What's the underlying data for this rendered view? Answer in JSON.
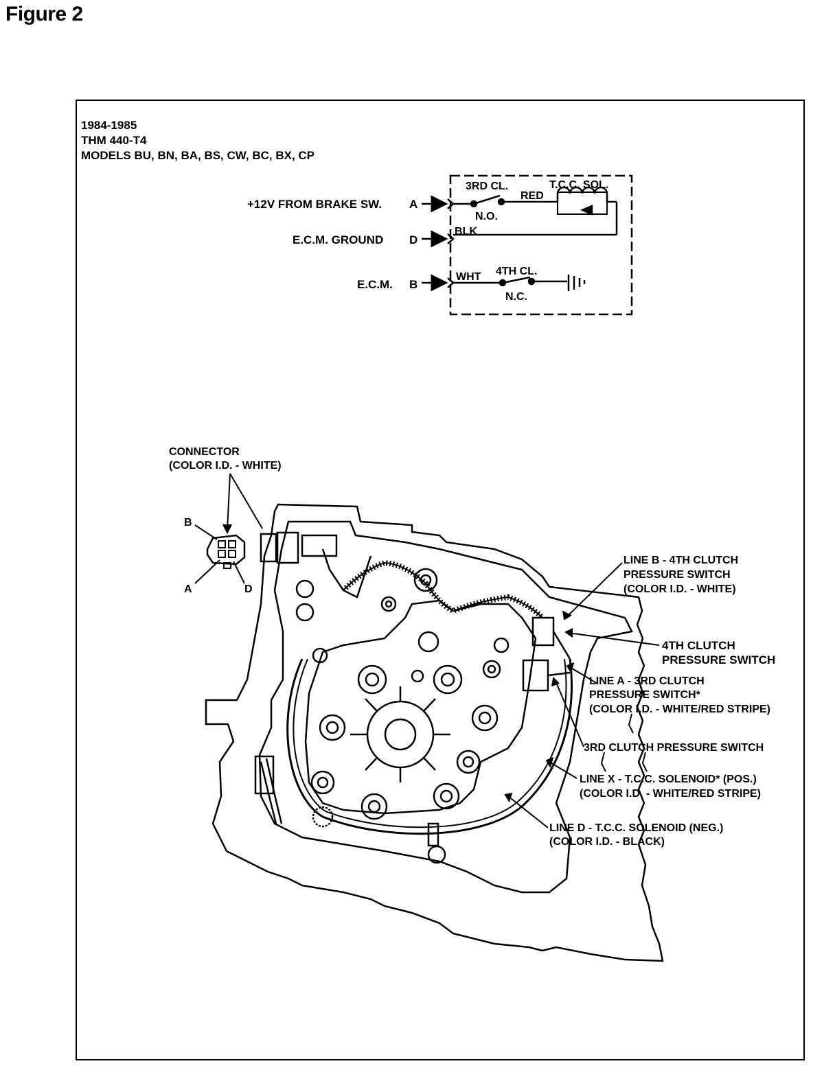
{
  "figure_title": "Figure 2",
  "header": {
    "line1": "1984-1985",
    "line2": "THM 440-T4",
    "line3": "MODELS BU, BN, BA, BS, CW, BC, BX, CP"
  },
  "schematic": {
    "input_a": "+12V FROM BRAKE SW.",
    "pin_a": "A",
    "input_d": "E.C.M. GROUND",
    "pin_d": "D",
    "input_b": "E.C.M.",
    "pin_b": "B",
    "switch_3rd": "3RD CL.",
    "switch_3rd_state": "N.O.",
    "wire_red": "RED",
    "solenoid": "T.C.C. SOL.",
    "wire_blk": "BLK",
    "wire_wht": "WHT",
    "switch_4th": "4TH CL.",
    "switch_4th_state": "N.C."
  },
  "connector": {
    "title": "CONNECTOR",
    "color_id": "(COLOR I.D. - WHITE)",
    "pin_b": "B",
    "pin_a": "A",
    "pin_d": "D"
  },
  "callouts": {
    "line_b_1": "LINE B - 4TH CLUTCH",
    "line_b_2": "PRESSURE SWITCH",
    "line_b_3": "(COLOR I.D. - WHITE)",
    "fourth_1": "4TH CLUTCH",
    "fourth_2": "PRESSURE SWITCH",
    "line_a_1": "LINE A - 3RD CLUTCH",
    "line_a_2": "PRESSURE SWITCH*",
    "line_a_3": "(COLOR I.D. - WHITE/RED STRIPE)",
    "third": "3RD CLUTCH PRESSURE SWITCH",
    "line_x_1": "LINE X - T.C.C. SOLENOID* (POS.)",
    "line_x_2": "(COLOR I.D. - WHITE/RED STRIPE)",
    "line_d_1": "LINE D - T.C.C. SOLENOID (NEG.)",
    "line_d_2": "(COLOR I.D. - BLACK)"
  }
}
